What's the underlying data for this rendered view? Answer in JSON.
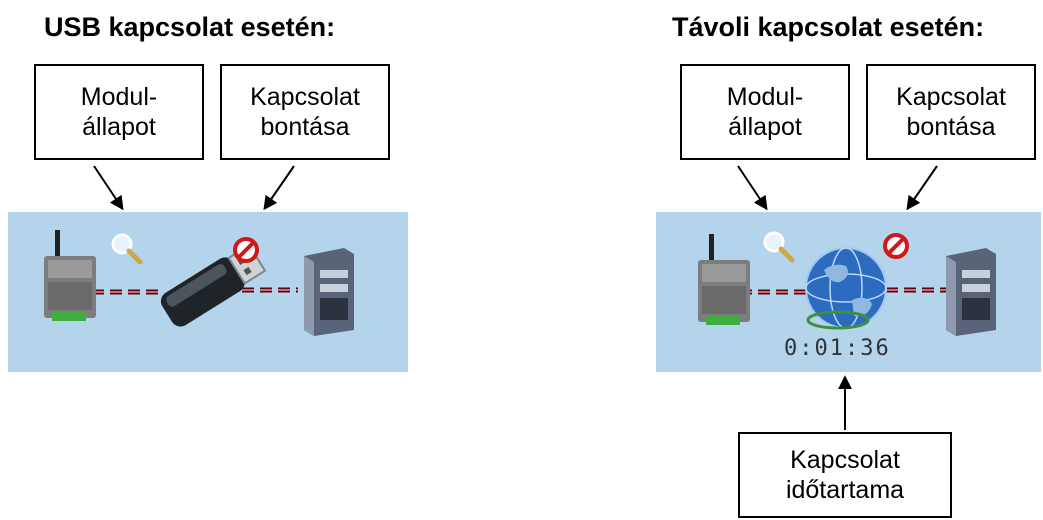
{
  "usb_section": {
    "heading": "USB kapcsolat esetén:",
    "callout_module": [
      "Modul-",
      "állapot"
    ],
    "callout_disconnect": [
      "Kapcsolat",
      "bontása"
    ]
  },
  "remote_section": {
    "heading": "Távoli kapcsolat esetén:",
    "callout_module": [
      "Modul-",
      "állapot"
    ],
    "callout_disconnect": [
      "Kapcsolat",
      "bontása"
    ],
    "callout_duration": [
      "Kapcsolat",
      "időtartama"
    ],
    "timer": "0:01:36"
  },
  "icons": {
    "module": "gsm-module-icon",
    "status": "magnifier-icon",
    "disconnect": "no-entry-icon",
    "usb": "usb-stick-icon",
    "globe": "globe-icon",
    "computer": "computer-tower-icon"
  },
  "colors": {
    "panel": "#b3d4ea",
    "link_dark": "#4a0d18",
    "link_light": "#e06070",
    "disconnect": "#d01818"
  }
}
